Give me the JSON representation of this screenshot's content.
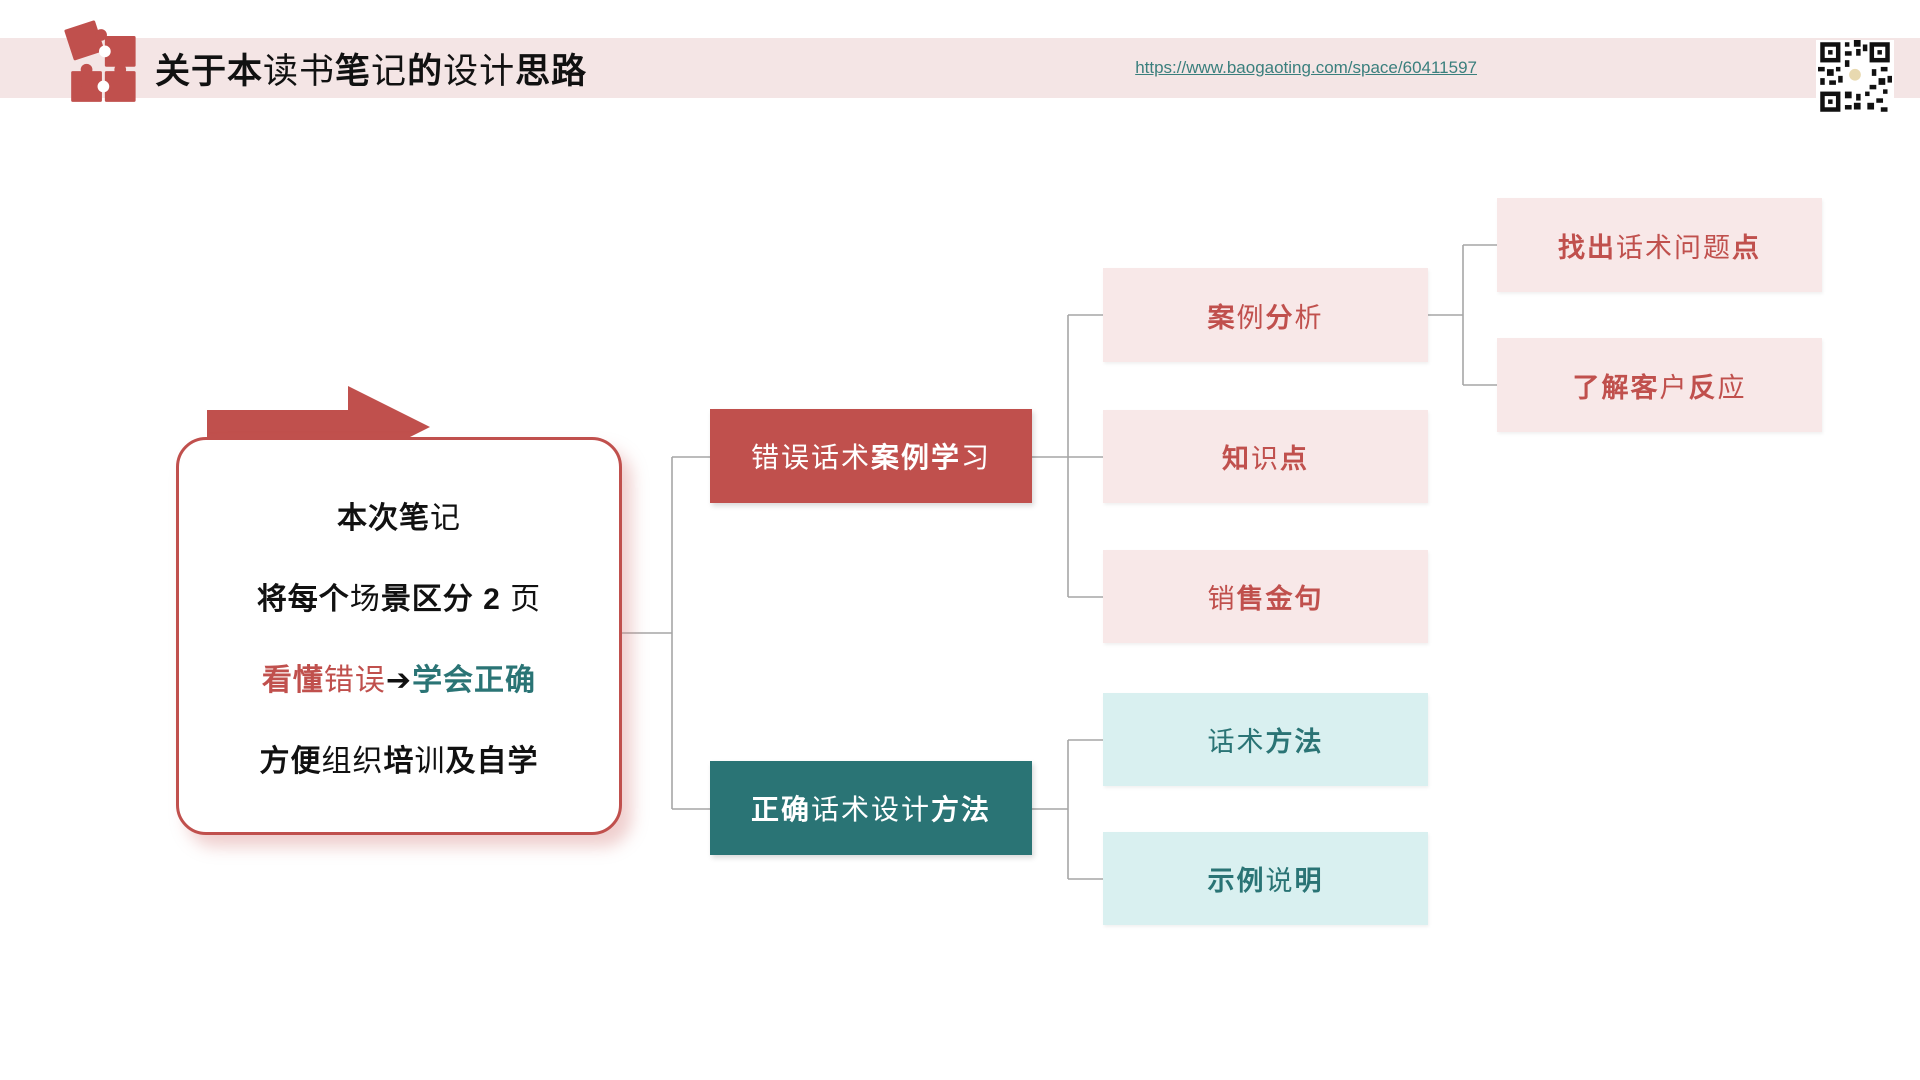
{
  "header": {
    "title_segments": [
      {
        "text": "关于本",
        "bold": true
      },
      {
        "text": "读书",
        "bold": false
      },
      {
        "text": "笔",
        "bold": true
      },
      {
        "text": "记",
        "bold": false
      },
      {
        "text": "的",
        "bold": true
      },
      {
        "text": "设计",
        "bold": false
      },
      {
        "text": "思路",
        "bold": true
      }
    ],
    "link_text": "https://www.baogaoting.com/space/60411597",
    "logo_icon": "puzzle-pieces-icon",
    "qr_icon": "qr-code"
  },
  "colors": {
    "accent_red": "#c0504d",
    "accent_teal": "#2a7475",
    "pink_light": "#f8e8e8",
    "cyan_light": "#d9f0f0",
    "band_pink": "#f4e5e5",
    "link_teal": "#3a7f7d",
    "connector_gray": "#a6a6a6"
  },
  "root_box": {
    "lines": [
      {
        "segments": [
          {
            "text": "本次笔",
            "bold": true
          },
          {
            "text": "记",
            "bold": false
          }
        ]
      },
      {
        "segments": [
          {
            "text": "将每个",
            "bold": true
          },
          {
            "text": "场",
            "bold": false
          },
          {
            "text": "景区分",
            "bold": true
          },
          {
            "text": " 2 ",
            "bold": true
          },
          {
            "text": "页",
            "bold": false
          }
        ]
      },
      {
        "segments": [
          {
            "text": "看懂",
            "bold": true,
            "color": "#c0504d"
          },
          {
            "text": "错误",
            "bold": false,
            "color": "#c0504d"
          },
          {
            "text": "➔",
            "bold": true,
            "color": "#111111"
          },
          {
            "text": "学会正确",
            "bold": true,
            "color": "#2a7475"
          }
        ]
      },
      {
        "segments": [
          {
            "text": "方便",
            "bold": true
          },
          {
            "text": "组织",
            "bold": false
          },
          {
            "text": "培",
            "bold": true
          },
          {
            "text": "训",
            "bold": false
          },
          {
            "text": "及自学",
            "bold": true
          }
        ]
      }
    ]
  },
  "nodes": {
    "branch_wrong": {
      "segments": [
        {
          "text": "错误话术",
          "bold": false
        },
        {
          "text": "案例学",
          "bold": true
        },
        {
          "text": "习",
          "bold": false
        }
      ]
    },
    "case_analysis": {
      "segments": [
        {
          "text": "案",
          "bold": true
        },
        {
          "text": "例",
          "bold": false
        },
        {
          "text": "分",
          "bold": true
        },
        {
          "text": "析",
          "bold": false
        }
      ]
    },
    "knowledge_point": {
      "segments": [
        {
          "text": "知",
          "bold": true
        },
        {
          "text": "识",
          "bold": false
        },
        {
          "text": "点",
          "bold": true
        }
      ]
    },
    "sales_quotes": {
      "segments": [
        {
          "text": "销",
          "bold": false
        },
        {
          "text": "售金句",
          "bold": true
        }
      ]
    },
    "find_problem": {
      "segments": [
        {
          "text": "找出",
          "bold": true
        },
        {
          "text": "话术问题",
          "bold": false
        },
        {
          "text": "点",
          "bold": true
        }
      ]
    },
    "customer_reaction": {
      "segments": [
        {
          "text": "了解客",
          "bold": true
        },
        {
          "text": "户",
          "bold": false
        },
        {
          "text": "反",
          "bold": true
        },
        {
          "text": "应",
          "bold": false
        }
      ]
    },
    "branch_right": {
      "segments": [
        {
          "text": "正确",
          "bold": true
        },
        {
          "text": "话术设计",
          "bold": false
        },
        {
          "text": "方法",
          "bold": true
        }
      ]
    },
    "script_method": {
      "segments": [
        {
          "text": "话术",
          "bold": false
        },
        {
          "text": "方法",
          "bold": true
        }
      ]
    },
    "example_explain": {
      "segments": [
        {
          "text": "示例",
          "bold": true
        },
        {
          "text": "说",
          "bold": false
        },
        {
          "text": "明",
          "bold": true
        }
      ]
    }
  }
}
